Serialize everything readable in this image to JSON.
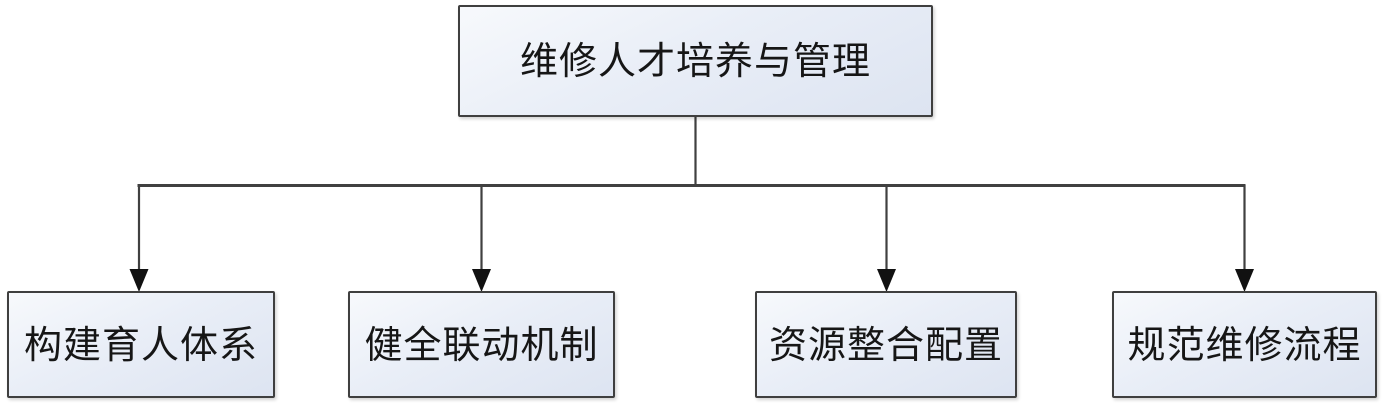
{
  "diagram": {
    "type": "org-flowchart",
    "root": {
      "label": "维修人才培养与管理"
    },
    "children": [
      {
        "label": "构建育人体系"
      },
      {
        "label": "健全联动机制"
      },
      {
        "label": "资源整合配置"
      },
      {
        "label": "规范维修流程"
      }
    ],
    "colors": {
      "background": "#ffffff",
      "box_fill_light": "#f7f9fc",
      "box_fill_dark": "#dde4f1",
      "box_border": "#3f3f3f",
      "connector": "#404040",
      "arrowhead": "#111111",
      "text": "#161616"
    }
  }
}
